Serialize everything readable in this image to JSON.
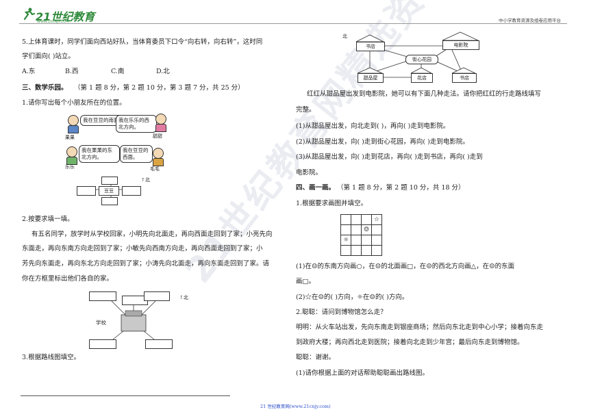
{
  "header": {
    "logo_text": "21世纪教育",
    "logo_url": "WWW.21CNJY.COM",
    "right_text": "中小学教育资源及组卷应用平台"
  },
  "watermark": "21世纪教育网精选资料",
  "footer": {
    "text": "21 世纪教育网(www.21cnjy.com)"
  },
  "left": {
    "q5_line1": "5.上体育课时，同学们面向西站好队，当体育委员下口令“向右转，向右转”，这时同",
    "q5_line2": "学们面向(      )站立。",
    "options": [
      "A.东",
      "B.西",
      "C.南",
      "D.北"
    ],
    "section3": "三、数学乐园。",
    "section3_note": "（第 1 题 8 分，第 2 题 10 分，第 3 题 7 分，共 25 分）",
    "q1": "1.请你写出每个小朋友所在的位置。",
    "bubbles": [
      "我在豆豆的南面。",
      "我在乐乐的西北方向。",
      "我在果果的东北方向。",
      "我在豆豆的西面。"
    ],
    "kids": [
      "果果",
      "甜甜",
      "乐乐",
      "毛毛"
    ],
    "center_box": "豆豆",
    "north1": "北",
    "q2": "2.按要求填一填。",
    "q2_lines": [
      "有五名同学，放学时从学校回家，小明先向北面走，再向西面走回到了家；小亮先向",
      "东面走，再向东南方向走回到了家；小敏先向西南方向走，再向西面走回到了家；小",
      "芳先向东面走，再向东北方向走回到了家；小涛先向北面走，再向东面走回到了家。请",
      "你在方框里标出他们各自的家。"
    ],
    "school": "学校",
    "north2": "北",
    "q3": "3.根据路线图填空。"
  },
  "right": {
    "map_north": "北",
    "map_places": [
      "书店",
      "街心花园",
      "电影院",
      "甜品屋",
      "花店",
      "书店"
    ],
    "intro_line1": "红红从甜品屋出发到电影院，她可以有下面几种走法。请你把红红的行走路线填写",
    "intro_line2": "完整。",
    "r1": "(1)从甜品屋出发，向北走到(          )，再向(          )走到电影院。",
    "r2": "(2)从甜品屋出发，向(          )走到街心花园，再向(          )走到电影院。",
    "r3_line1": "(3)从甜品屋出发，向(          )走到花店，再向(          )走到书店，再向(          )走到",
    "r3_line2": "电影院。",
    "section4": "四、画一画。",
    "section4_note": "（第 1 题 8 分，第 2 题 10 分，共 18 分）",
    "d1": "1.根据要求画图并填空。",
    "grid_star": "☆",
    "grid_smile": "☺",
    "grid_sun": "☼",
    "fill1": "(1)在☺的东南方向画○，在☺的北面画□，在☺的西北方向画△，在☺的东面",
    "fill1b": "画□。",
    "fill2": "(2)☆在☺的(      )方向，☼在☺的( )方向。",
    "d2": "2.聪聪：请问到博物馆怎么走？",
    "ming1": "明明：从火车站出发，先向东南走到银座商场；然后向东北走到中心小学；接着向东走",
    "ming2": "到政府大楼；再向西北走到医院；接着向北走到少年宫；最后向东走到博物馆。",
    "cong": "聪聪：谢谢。",
    "last": "(1)请你根据上面的对话帮助聪聪画出路线图。"
  }
}
